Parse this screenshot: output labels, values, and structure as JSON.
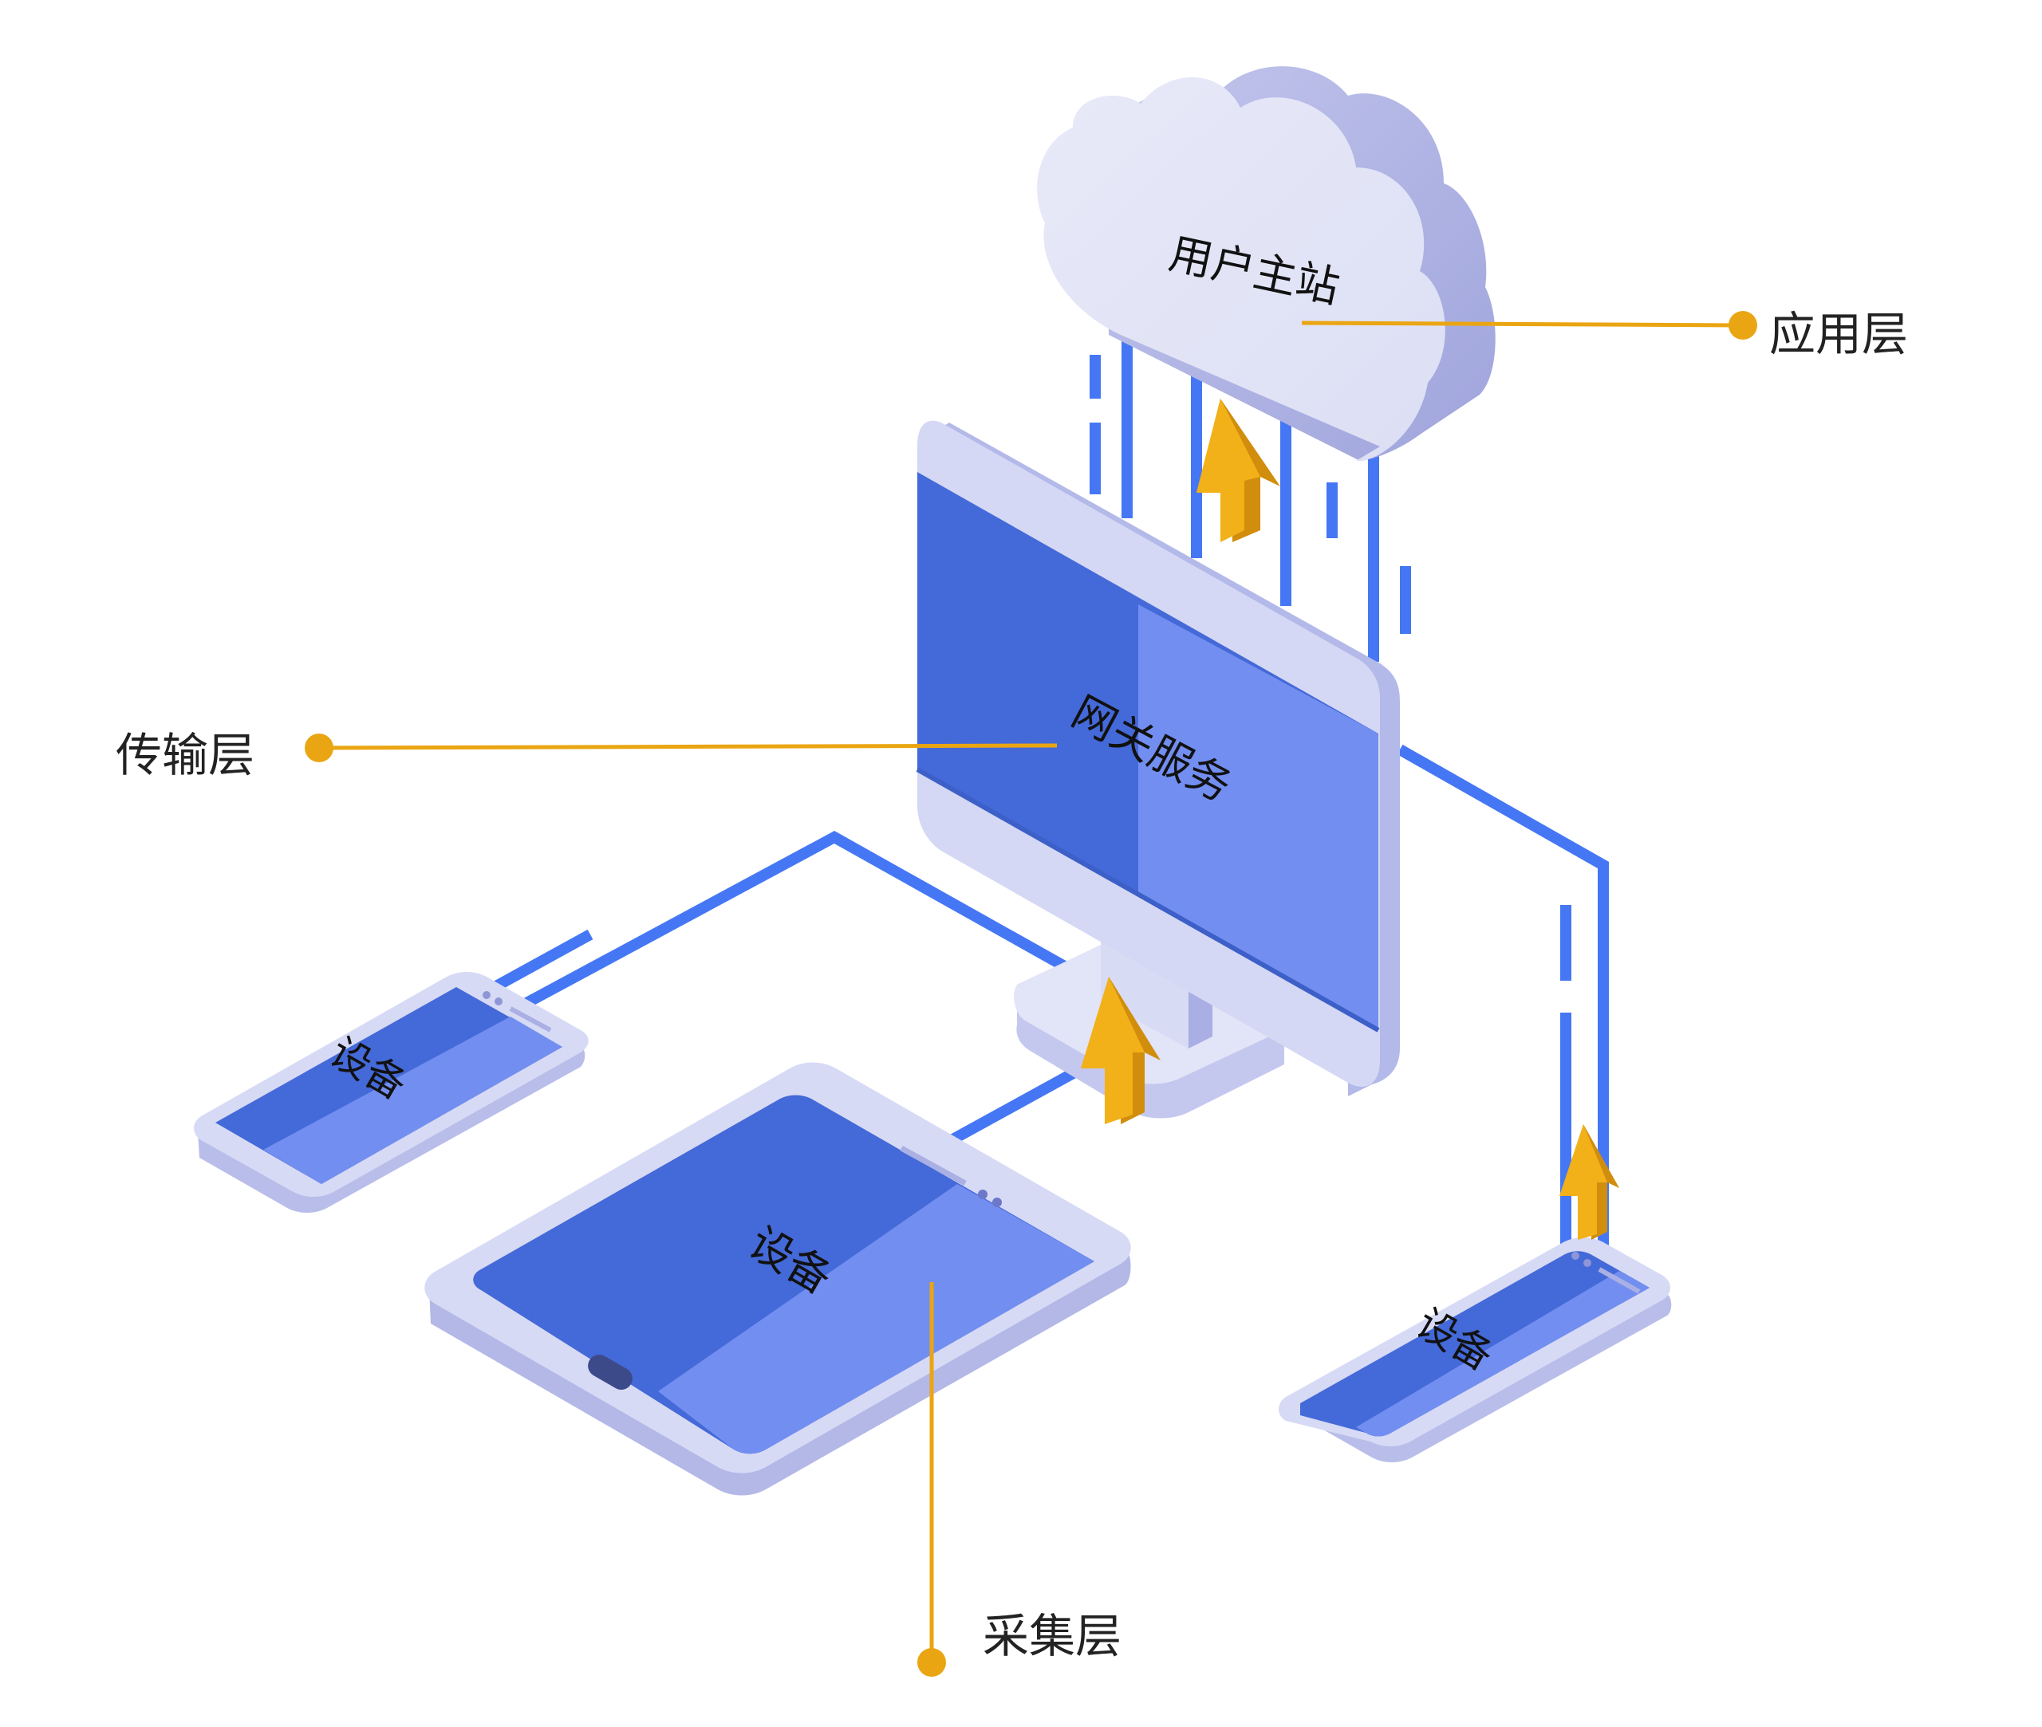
{
  "layers": {
    "application": "应用层",
    "transport": "传输层",
    "collection": "采集层"
  },
  "nodes": {
    "cloud": "用户主站",
    "gateway": "网关服务",
    "device_left_phone": "设备",
    "device_tablet": "设备",
    "device_right_phone": "设备"
  },
  "colors": {
    "line_blue": "#4577f5",
    "screen_dark": "#4469d8",
    "screen_light": "#728ef0",
    "frame": "#d6daf5",
    "frame_side": "#b2b8e8",
    "arrow": "#f2b019",
    "arrow_side": "#d18d0c",
    "callout": "#eaa512"
  },
  "icons": [
    "cloud-icon",
    "monitor-icon",
    "tablet-icon",
    "phone-icon",
    "up-arrow-icon"
  ]
}
